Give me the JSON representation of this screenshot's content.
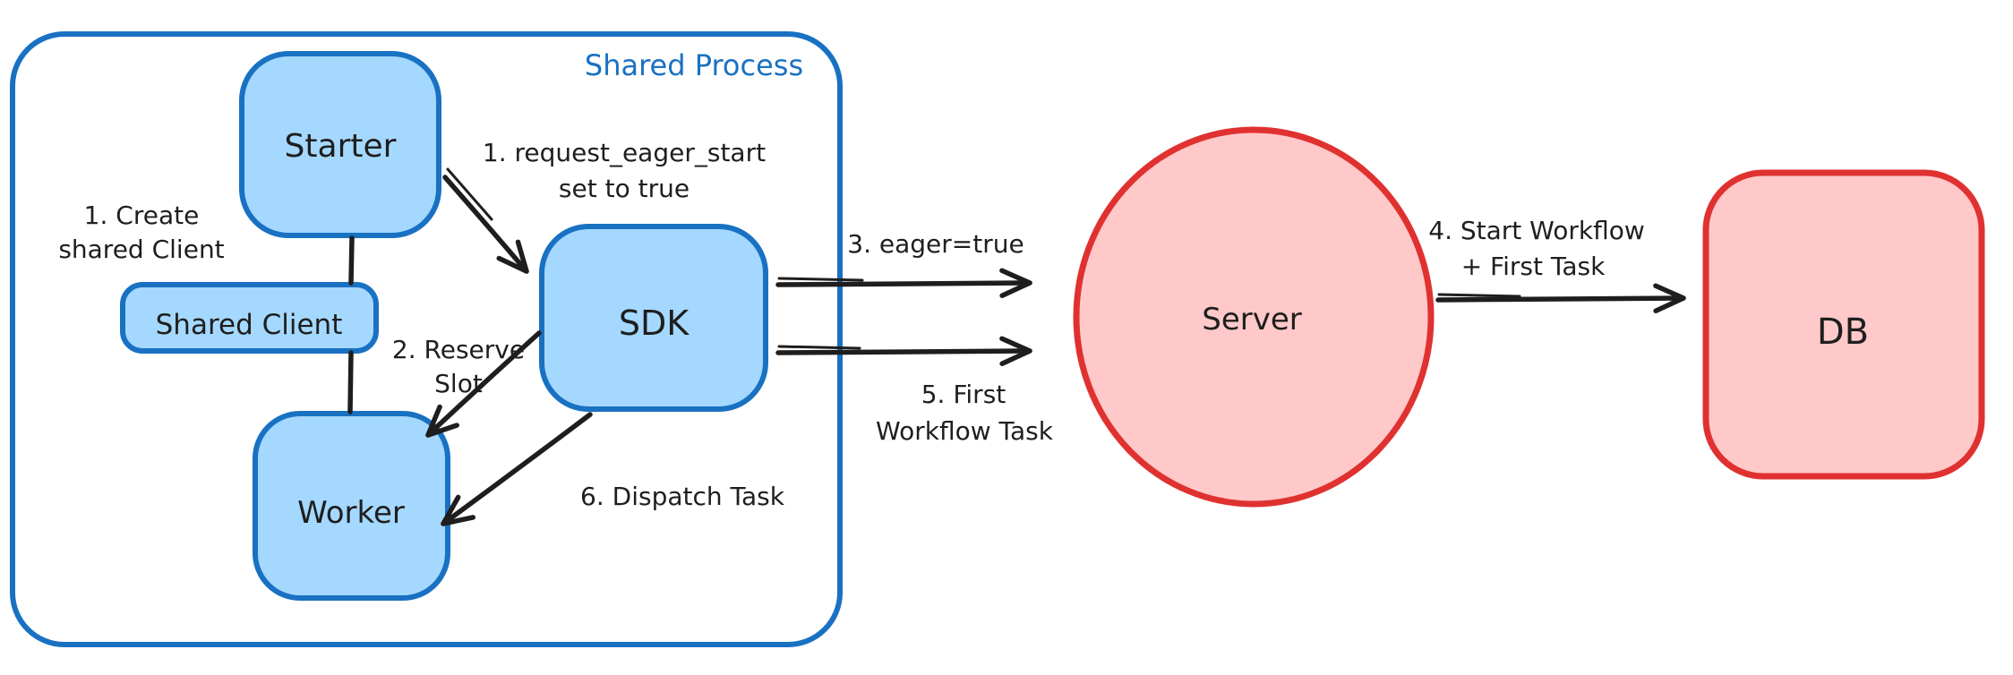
{
  "diagram": {
    "container_label": "Shared Process",
    "nodes": {
      "starter": "Starter",
      "shared_client": "Shared Client",
      "worker": "Worker",
      "sdk": "SDK",
      "server": "Server",
      "db": "DB"
    },
    "annotations": {
      "create_client": {
        "lines": [
          "1. Create",
          "shared Client"
        ]
      },
      "request_eager": {
        "lines": [
          "1. request_eager_start",
          "set to true"
        ]
      },
      "reserve_slot": {
        "lines": [
          "2. Reserve",
          "Slot"
        ]
      },
      "eager_true": {
        "lines": [
          "3. eager=true"
        ]
      },
      "start_workflow": {
        "lines": [
          "4. Start Workflow",
          "+ First Task"
        ]
      },
      "first_wf_task": {
        "lines": [
          "5. First",
          "Workflow Task"
        ]
      },
      "dispatch_task": {
        "lines": [
          "6. Dispatch Task"
        ]
      }
    },
    "colors": {
      "blue_stroke": "#1971c2",
      "blue_fill": "#a5d8ff",
      "red_stroke": "#e03131",
      "red_fill": "#ffc9c9",
      "ink": "#1e1e1e",
      "background": "#ffffff"
    }
  }
}
